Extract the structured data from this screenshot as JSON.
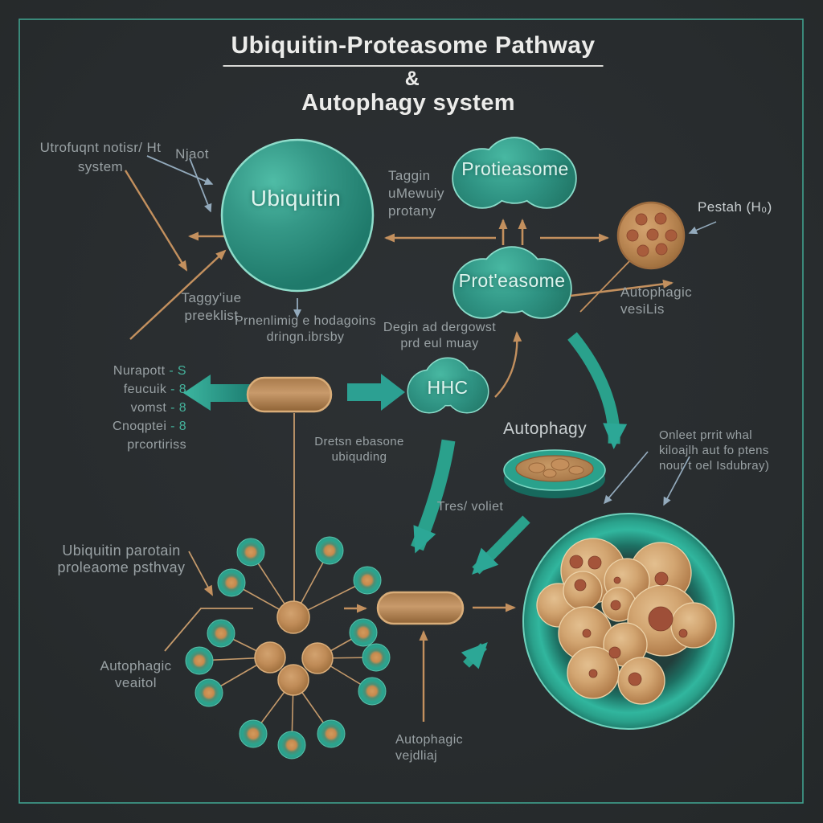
{
  "title": {
    "line1": "Ubiquitin-Proteasome Pathway",
    "ampersand": "&",
    "line2": "Autophagy system"
  },
  "nodes": {
    "ubiquitin": "Ubiquitin",
    "proteasome_top": "Protieasome",
    "proteasome_bottom": "Prot'easome",
    "hhc": "HHC",
    "autophagy": "Autophagy"
  },
  "annotations": {
    "ubiquitin_system": {
      "line1": "Utrofuqnt notisr/ Ht",
      "line2": "system"
    },
    "njaot": "Njaot",
    "tagging": {
      "line1": "Taggin",
      "line2": "uMewuiy",
      "line3": "protany"
    },
    "taggy_preeklist": {
      "line1": "Taggy'iue",
      "line2": "preeklist"
    },
    "arranging": {
      "line1": "Prnenlimig e hodagoins",
      "line2": "dringn.ibrsby"
    },
    "degraded": {
      "line1": "Degin ad dergowst",
      "line2": "prd eul muay"
    },
    "pestah": "Pestah (H₀)",
    "autophagic_vesicles_right": {
      "line1": "Autophagic",
      "line2": "vesiLis"
    },
    "protein_list": {
      "items": [
        {
          "text": "Nurapott",
          "suffix": " - S"
        },
        {
          "text": "feucuik",
          "suffix": " - 8"
        },
        {
          "text": "vomst",
          "suffix": " - 8"
        },
        {
          "text": "Cnoqptei",
          "suffix": " - 8"
        },
        {
          "text": "prcortiriss",
          "suffix": ""
        }
      ]
    },
    "protein_ebasone": {
      "line1": "Dretsn ebasone",
      "line2": "ubiquding"
    },
    "tres_voliet": "Tres/ voliet",
    "onleet": {
      "line1": "Onleet prrit whal",
      "line2": "kiloajlh aut fo ptens",
      "line3": "nour t oel Isdubray)"
    },
    "ubiquitin_pathway": {
      "line1": "Ubiquitin parotain",
      "line2": "proleaome psthvay"
    },
    "autophagic_veaitol": {
      "line1": "Autophagic",
      "line2": "veaitol"
    },
    "autophagic_vejdliaj": {
      "line1": "Autophagic",
      "line2": "vejdliaj"
    }
  },
  "colors": {
    "background": "#282c2e",
    "frame_teal": "#40a18e",
    "node_teal": "#2f9484",
    "node_border": "#8adbc9",
    "arrow_orange": "#c3905e",
    "arrow_blue": "#93aabc",
    "arrow_teal": "#2ca796",
    "vesicle_tan": "#c89a6b",
    "label_gray": "#99a1a4",
    "list_value_teal": "#45b39c"
  }
}
